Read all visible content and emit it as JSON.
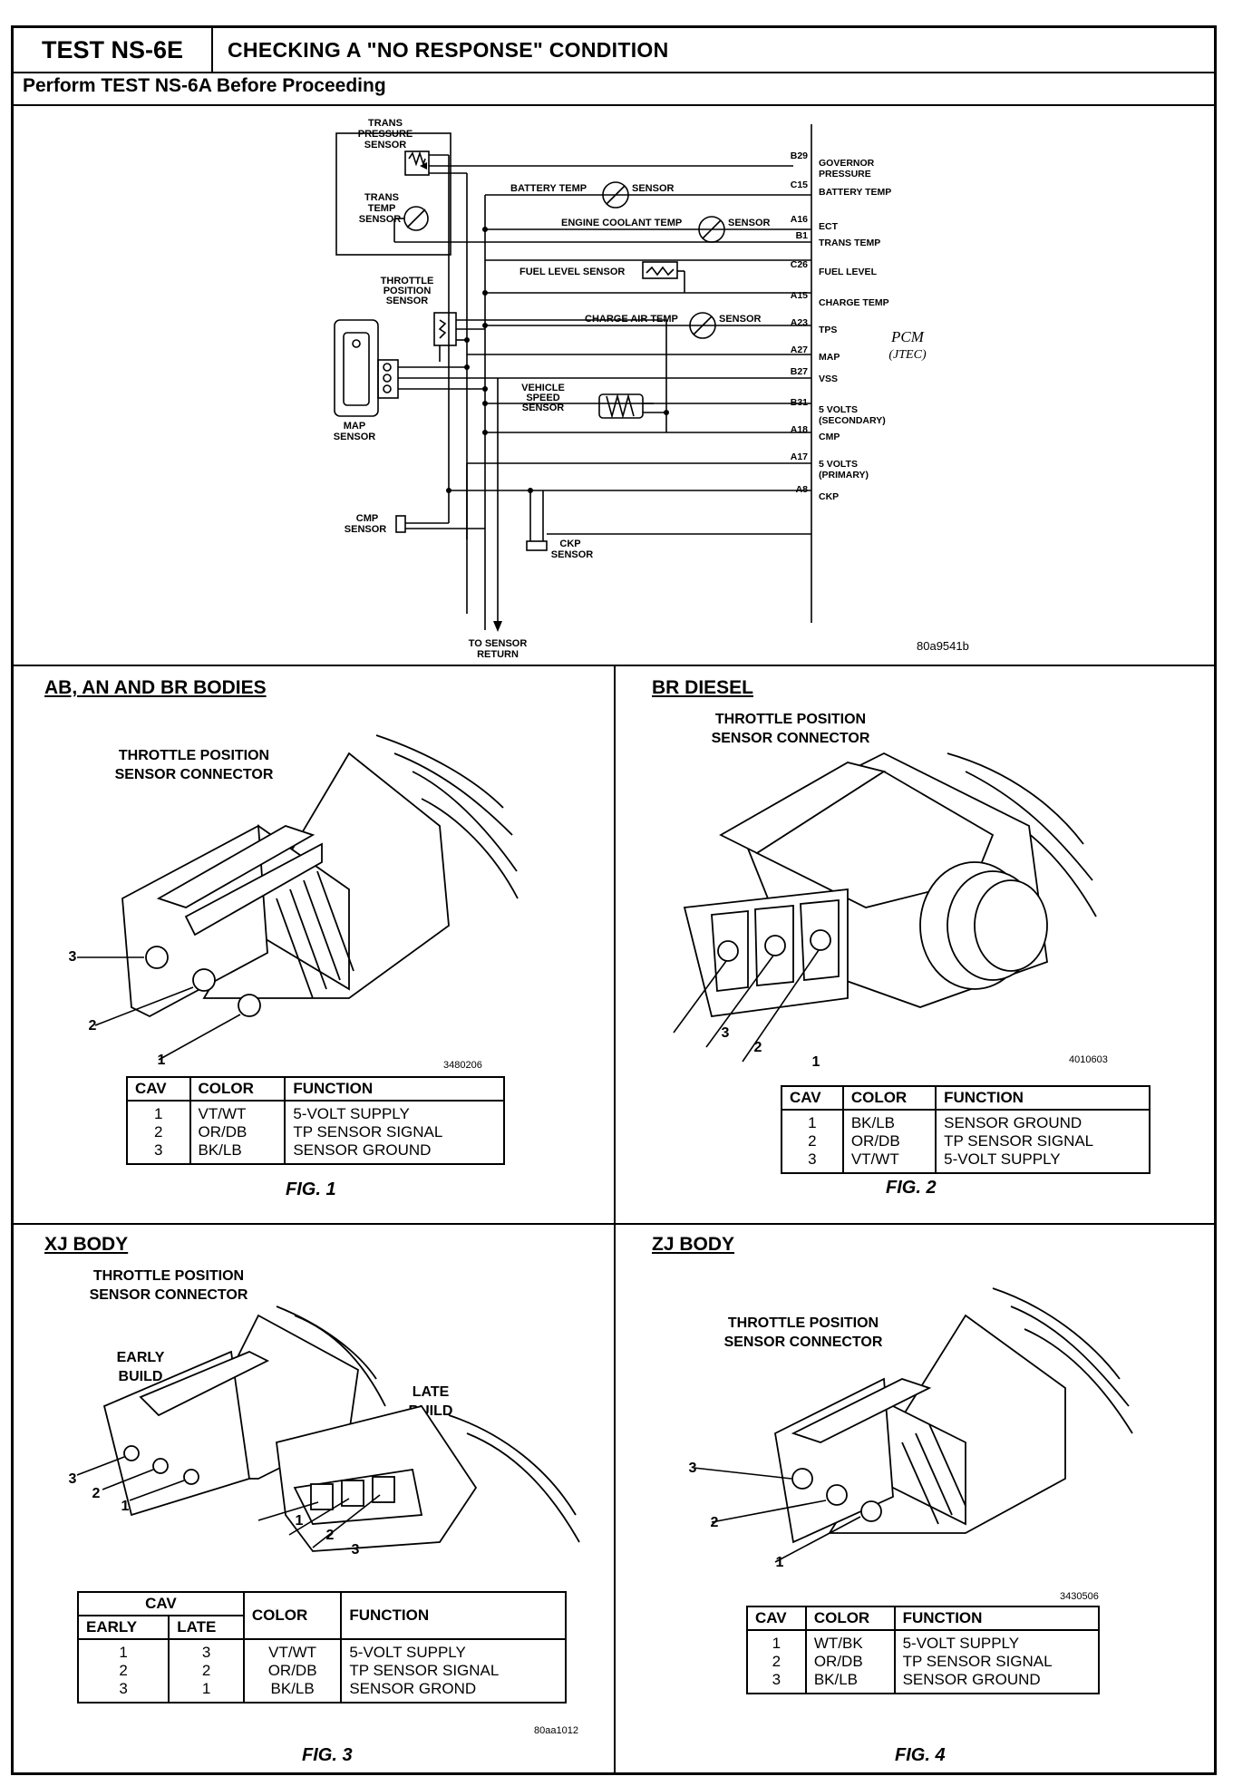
{
  "header": {
    "test_id": "TEST NS-6E",
    "title": "CHECKING A \"NO RESPONSE\" CONDITION",
    "subtitle": "Perform TEST NS-6A Before Proceeding"
  },
  "schematic": {
    "labels": {
      "trans_pressure": "TRANS PRESSURE SENSOR",
      "trans_temp": "TRANS TEMP SENSOR",
      "battery_temp_sensor": "BATTERY TEMP",
      "sensor_word": "SENSOR",
      "engine_coolant_temp": "ENGINE COOLANT TEMP",
      "fuel_level_sensor": "FUEL LEVEL SENSOR",
      "charge_air_temp": "CHARGE AIR TEMP",
      "throttle_position": "THROTTLE POSITION SENSOR",
      "map_sensor": "MAP SENSOR",
      "vehicle_speed": "VEHICLE SPEED SENSOR",
      "cmp_sensor": "CMP SENSOR",
      "ckp_sensor": "CKP SENSOR",
      "to_sensor_return": "TO SENSOR RETURN",
      "pcm": "PCM",
      "jtec": "(JTEC)",
      "code": "80a9541b"
    },
    "pins": [
      {
        "pin": "B29",
        "name": "GOVERNOR PRESSURE"
      },
      {
        "pin": "C15",
        "name": "BATTERY TEMP"
      },
      {
        "pin": "A16",
        "name": "ECT"
      },
      {
        "pin": "B1",
        "name": "TRANS TEMP"
      },
      {
        "pin": "C26",
        "name": "FUEL LEVEL"
      },
      {
        "pin": "A15",
        "name": "CHARGE TEMP"
      },
      {
        "pin": "A23",
        "name": "TPS"
      },
      {
        "pin": "A27",
        "name": "MAP"
      },
      {
        "pin": "B27",
        "name": "VSS"
      },
      {
        "pin": "B31",
        "name": "5 VOLTS (SECONDARY)"
      },
      {
        "pin": "A18",
        "name": "CMP"
      },
      {
        "pin": "A17",
        "name": "5 VOLTS (PRIMARY)"
      },
      {
        "pin": "A8",
        "name": "CKP"
      }
    ]
  },
  "fig1": {
    "section": "AB, AN AND BR BODIES",
    "caption": "THROTTLE POSITION SENSOR CONNECTOR",
    "code": "3480206",
    "fig_label": "FIG. 1",
    "callouts": [
      "3",
      "2",
      "1"
    ],
    "table": {
      "headers": [
        "CAV",
        "COLOR",
        "FUNCTION"
      ],
      "rows": [
        [
          "1",
          "VT/WT",
          "5-VOLT SUPPLY"
        ],
        [
          "2",
          "OR/DB",
          "TP SENSOR SIGNAL"
        ],
        [
          "3",
          "BK/LB",
          "SENSOR GROUND"
        ]
      ]
    }
  },
  "fig2": {
    "section": "BR DIESEL",
    "caption": "THROTTLE POSITION SENSOR CONNECTOR",
    "code": "4010603",
    "fig_label": "FIG. 2",
    "callouts": [
      "3",
      "2",
      "1"
    ],
    "table": {
      "headers": [
        "CAV",
        "COLOR",
        "FUNCTION"
      ],
      "rows": [
        [
          "1",
          "BK/LB",
          "SENSOR GROUND"
        ],
        [
          "2",
          "OR/DB",
          "TP SENSOR SIGNAL"
        ],
        [
          "3",
          "VT/WT",
          "5-VOLT SUPPLY"
        ]
      ]
    }
  },
  "fig3": {
    "section": "XJ BODY",
    "caption": "THROTTLE POSITION SENSOR CONNECTOR",
    "early_build": "EARLY BUILD",
    "late_build": "LATE BUILD",
    "code": "80aa1012",
    "fig_label": "FIG. 3",
    "callouts_early": [
      "3",
      "2",
      "1"
    ],
    "callouts_late": [
      "1",
      "2",
      "3"
    ],
    "table": {
      "group_header": "CAV",
      "headers": [
        "EARLY",
        "LATE",
        "COLOR",
        "FUNCTION"
      ],
      "rows": [
        [
          "1",
          "3",
          "VT/WT",
          "5-VOLT SUPPLY"
        ],
        [
          "2",
          "2",
          "OR/DB",
          "TP SENSOR SIGNAL"
        ],
        [
          "3",
          "1",
          "BK/LB",
          "SENSOR GROND"
        ]
      ]
    }
  },
  "fig4": {
    "section": "ZJ BODY",
    "caption": "THROTTLE POSITION SENSOR CONNECTOR",
    "code": "3430506",
    "fig_label": "FIG. 4",
    "callouts": [
      "3",
      "2",
      "1"
    ],
    "table": {
      "headers": [
        "CAV",
        "COLOR",
        "FUNCTION"
      ],
      "rows": [
        [
          "1",
          "WT/BK",
          "5-VOLT SUPPLY"
        ],
        [
          "2",
          "OR/DB",
          "TP SENSOR SIGNAL"
        ],
        [
          "3",
          "BK/LB",
          "SENSOR GROUND"
        ]
      ]
    }
  }
}
